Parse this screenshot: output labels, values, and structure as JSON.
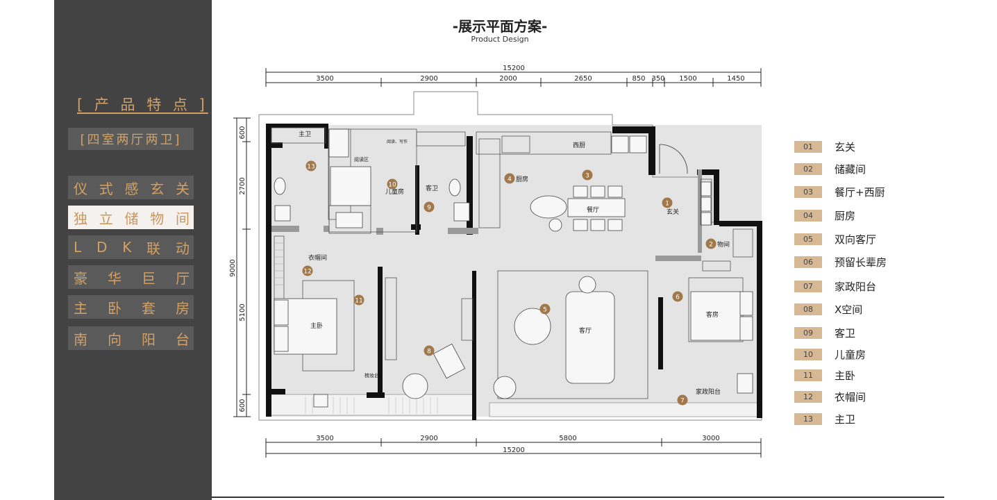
{
  "sidebar": {
    "title": "[ 产 品 特 点 ]",
    "subtitle": "[四室两厅两卫]",
    "features": [
      {
        "chars": [
          "仪",
          "式",
          "感",
          "玄",
          "关"
        ],
        "active": false
      },
      {
        "chars": [
          "独",
          "立",
          "储",
          "物",
          "间"
        ],
        "active": true
      },
      {
        "chars": [
          "L",
          "D",
          "K",
          "联",
          "动"
        ],
        "active": false
      },
      {
        "chars": [
          "豪",
          "华",
          "巨",
          "厅"
        ],
        "active": false
      },
      {
        "chars": [
          "主",
          "卧",
          "套",
          "房"
        ],
        "active": false
      },
      {
        "chars": [
          "南",
          "向",
          "阳",
          "台"
        ],
        "active": false
      }
    ]
  },
  "header": {
    "title": "-展示平面方案-",
    "subtitle": "Product Design"
  },
  "dimensions": {
    "top_total": "15200",
    "top_segments": [
      "3500",
      "2900",
      "2000",
      "2650",
      "850",
      "350",
      "1500",
      "1450"
    ],
    "bottom_segments": [
      "3500",
      "2900",
      "5800",
      "3000"
    ],
    "bottom_total": "15200",
    "left_total": "9000",
    "left_segments": [
      "600",
      "2700",
      "5100",
      "600"
    ]
  },
  "rooms": {
    "zhuwei": "主卫",
    "ertongfang": "儿童房",
    "kewei": "客卫",
    "chufang": "厨房",
    "xichu": "西厨",
    "canting": "餐厅",
    "xuanguan": "玄关",
    "wujian": "物间",
    "yimaojian": "衣帽间",
    "zhuwo": "主卧",
    "keting": "客厅",
    "kefang": "客房",
    "jiazheng": "家政阳台",
    "yueduqu": "阅读区",
    "yuedu_xiezuo": "阅读、写作",
    "shuzhuotai": "梳妆台"
  },
  "plan_markers": [
    "1",
    "2",
    "3",
    "4",
    "5",
    "6",
    "7",
    "8",
    "9",
    "10",
    "11",
    "12",
    "13"
  ],
  "legend": [
    {
      "num": "01",
      "label": "玄关"
    },
    {
      "num": "02",
      "label": "储藏间"
    },
    {
      "num": "03",
      "label": "餐厅+西厨"
    },
    {
      "num": "04",
      "label": "厨房"
    },
    {
      "num": "05",
      "label": "双向客厅"
    },
    {
      "num": "06",
      "label": "预留长辈房"
    },
    {
      "num": "07",
      "label": "家政阳台"
    },
    {
      "num": "08",
      "label": "X空间"
    },
    {
      "num": "09",
      "label": "客卫"
    },
    {
      "num": "10",
      "label": "儿童房"
    },
    {
      "num": "11",
      "label": "主卧"
    },
    {
      "num": "12",
      "label": "衣帽间"
    },
    {
      "num": "13",
      "label": "主卫"
    }
  ],
  "colors": {
    "sidebar_bg": "#434343",
    "accent_gold": "#d3a163",
    "marker": "#a0784a",
    "legend_badge": "#d7b895",
    "floor": "#e4e4e4"
  }
}
